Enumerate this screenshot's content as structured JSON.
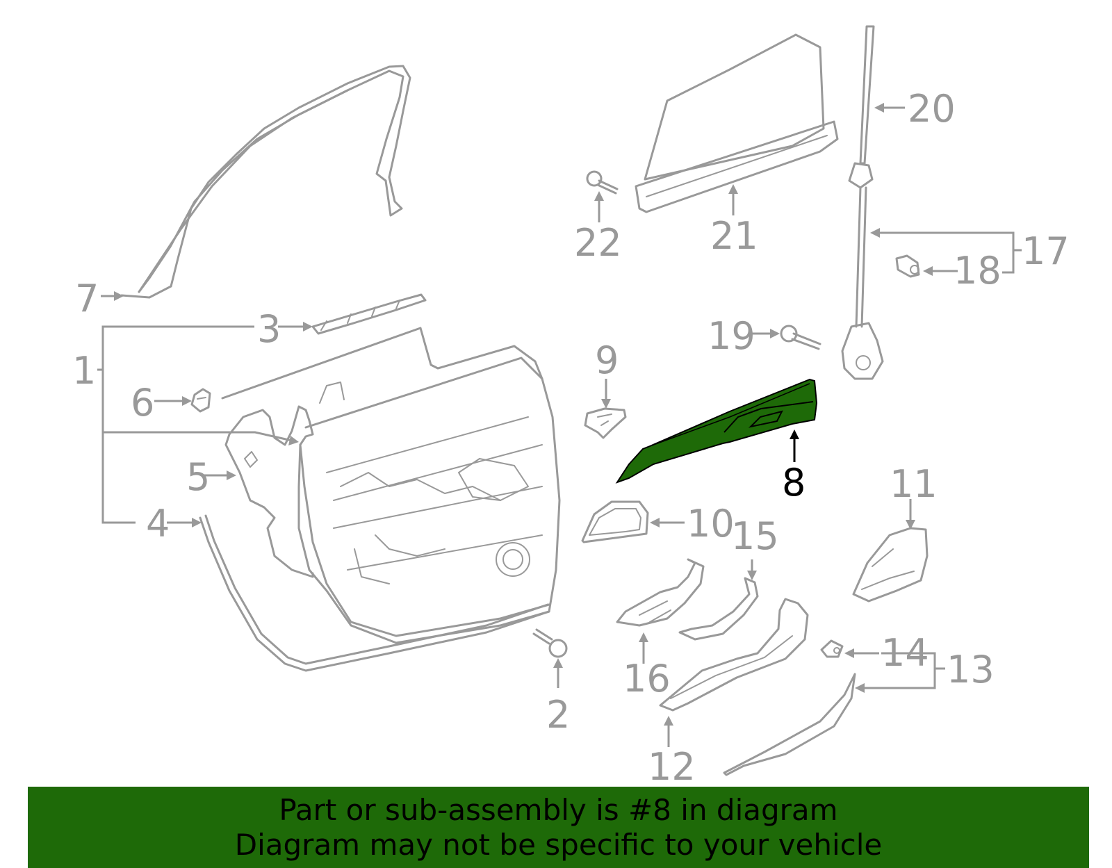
{
  "colors": {
    "highlight": "#1e6a08",
    "outline": "#999999",
    "highlight_label": "#000000"
  },
  "callouts": {
    "c1": "1",
    "c2": "2",
    "c3": "3",
    "c4": "4",
    "c5": "5",
    "c6": "6",
    "c7": "7",
    "c8": "8",
    "c9": "9",
    "c10": "10",
    "c11": "11",
    "c12": "12",
    "c13": "13",
    "c14": "14",
    "c15": "15",
    "c16": "16",
    "c17": "17",
    "c18": "18",
    "c19": "19",
    "c20": "20",
    "c21": "21",
    "c22": "22"
  },
  "highlighted_part": "8",
  "banner": {
    "line1": "Part or sub-assembly is #8 in diagram",
    "line2": "Diagram may not be specific to your vehicle"
  }
}
